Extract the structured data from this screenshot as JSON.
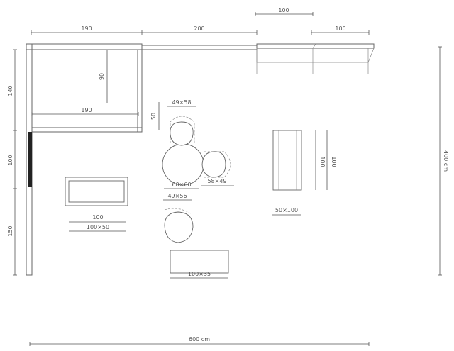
{
  "dimensions": {
    "top_right_100": "100",
    "top_190": "190",
    "top_200": "200",
    "top_far_right_100": "100",
    "left_140": "140",
    "left_100": "100",
    "left_150": "150",
    "inner_90": "90",
    "inner_190": "190",
    "inner_50": "50",
    "chair_49x58": "49×58",
    "table_60x60": "60×60",
    "chair_58x49": "58×49",
    "chair_49x56": "49×56",
    "bench_100": "100",
    "bench_100x50": "100×50",
    "cabinet_100x35": "100×35",
    "cabinet_50x100": "50×100",
    "cabinet_100_a": "100",
    "cabinet_100_b": "100",
    "right_400cm": "400 cm",
    "bottom_600cm": "600 cm"
  },
  "colors": {
    "line": "#666666",
    "label": "#555555",
    "door": "#222222"
  }
}
